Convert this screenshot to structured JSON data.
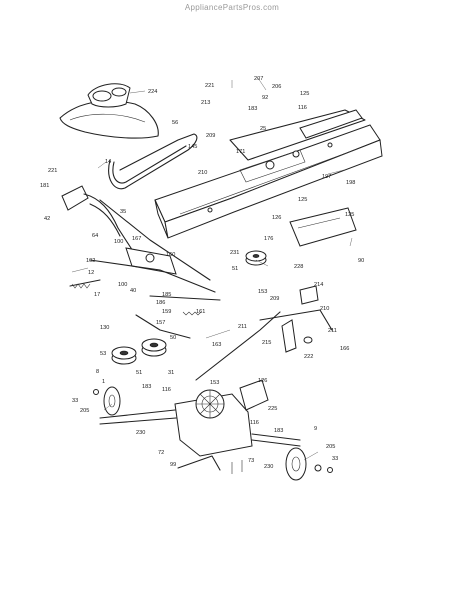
{
  "watermark": "AppliancePartsPros.com",
  "callouts": [
    {
      "id": "c224",
      "text": "224"
    },
    {
      "id": "c221a",
      "text": "221"
    },
    {
      "id": "c213",
      "text": "213"
    },
    {
      "id": "c207",
      "text": "207"
    },
    {
      "id": "c206",
      "text": "206"
    },
    {
      "id": "c125a",
      "text": "125"
    },
    {
      "id": "c92",
      "text": "92"
    },
    {
      "id": "c116",
      "text": "116"
    },
    {
      "id": "c183",
      "text": "183"
    },
    {
      "id": "c25",
      "text": "25"
    },
    {
      "id": "c56",
      "text": "56"
    },
    {
      "id": "c209",
      "text": "209"
    },
    {
      "id": "c14",
      "text": "14"
    },
    {
      "id": "c145",
      "text": "145"
    },
    {
      "id": "c171",
      "text": "171"
    },
    {
      "id": "c210",
      "text": "210"
    },
    {
      "id": "c197",
      "text": "197"
    },
    {
      "id": "c198",
      "text": "198"
    },
    {
      "id": "c221b",
      "text": "221"
    },
    {
      "id": "c181",
      "text": "181"
    },
    {
      "id": "c35",
      "text": "35"
    },
    {
      "id": "c42",
      "text": "42"
    },
    {
      "id": "c125b",
      "text": "125"
    },
    {
      "id": "c126",
      "text": "126"
    },
    {
      "id": "c125c",
      "text": "125"
    },
    {
      "id": "c176",
      "text": "176"
    },
    {
      "id": "c64",
      "text": "64"
    },
    {
      "id": "c100a",
      "text": "100"
    },
    {
      "id": "c167",
      "text": "167"
    },
    {
      "id": "c160",
      "text": "160"
    },
    {
      "id": "c231a",
      "text": "231"
    },
    {
      "id": "c51a",
      "text": "51"
    },
    {
      "id": "c228",
      "text": "228"
    },
    {
      "id": "c90",
      "text": "90"
    },
    {
      "id": "c102",
      "text": "102"
    },
    {
      "id": "c12",
      "text": "12"
    },
    {
      "id": "c17",
      "text": "17"
    },
    {
      "id": "c100b",
      "text": "100"
    },
    {
      "id": "c40",
      "text": "40"
    },
    {
      "id": "c185",
      "text": "185"
    },
    {
      "id": "c186",
      "text": "186"
    },
    {
      "id": "c159",
      "text": "159"
    },
    {
      "id": "c161",
      "text": "161"
    },
    {
      "id": "c130",
      "text": "130"
    },
    {
      "id": "c157",
      "text": "157"
    },
    {
      "id": "c53",
      "text": "53"
    },
    {
      "id": "c50",
      "text": "50"
    },
    {
      "id": "c51b",
      "text": "51"
    },
    {
      "id": "c31a",
      "text": "31"
    },
    {
      "id": "c153a",
      "text": "153"
    },
    {
      "id": "c209b",
      "text": "209"
    },
    {
      "id": "c214",
      "text": "214"
    },
    {
      "id": "c210b",
      "text": "210"
    },
    {
      "id": "c211a",
      "text": "211"
    },
    {
      "id": "c215",
      "text": "215"
    },
    {
      "id": "c211b",
      "text": "211"
    },
    {
      "id": "c163",
      "text": "163"
    },
    {
      "id": "c222",
      "text": "222"
    },
    {
      "id": "c166",
      "text": "166"
    },
    {
      "id": "c153b",
      "text": "153"
    },
    {
      "id": "c126b",
      "text": "126"
    },
    {
      "id": "c8",
      "text": "8"
    },
    {
      "id": "c1",
      "text": "1"
    },
    {
      "id": "c183b",
      "text": "183"
    },
    {
      "id": "c116b",
      "text": "116"
    },
    {
      "id": "c33",
      "text": "33"
    },
    {
      "id": "c205a",
      "text": "205"
    },
    {
      "id": "c230a",
      "text": "230"
    },
    {
      "id": "c225",
      "text": "225"
    },
    {
      "id": "c116c",
      "text": "116"
    },
    {
      "id": "c72",
      "text": "72"
    },
    {
      "id": "c99",
      "text": "99"
    },
    {
      "id": "c73",
      "text": "73"
    },
    {
      "id": "c183c",
      "text": "183"
    },
    {
      "id": "c9",
      "text": "9"
    },
    {
      "id": "c230b",
      "text": "230"
    },
    {
      "id": "c205b",
      "text": "205"
    },
    {
      "id": "c33b",
      "text": "33"
    }
  ]
}
